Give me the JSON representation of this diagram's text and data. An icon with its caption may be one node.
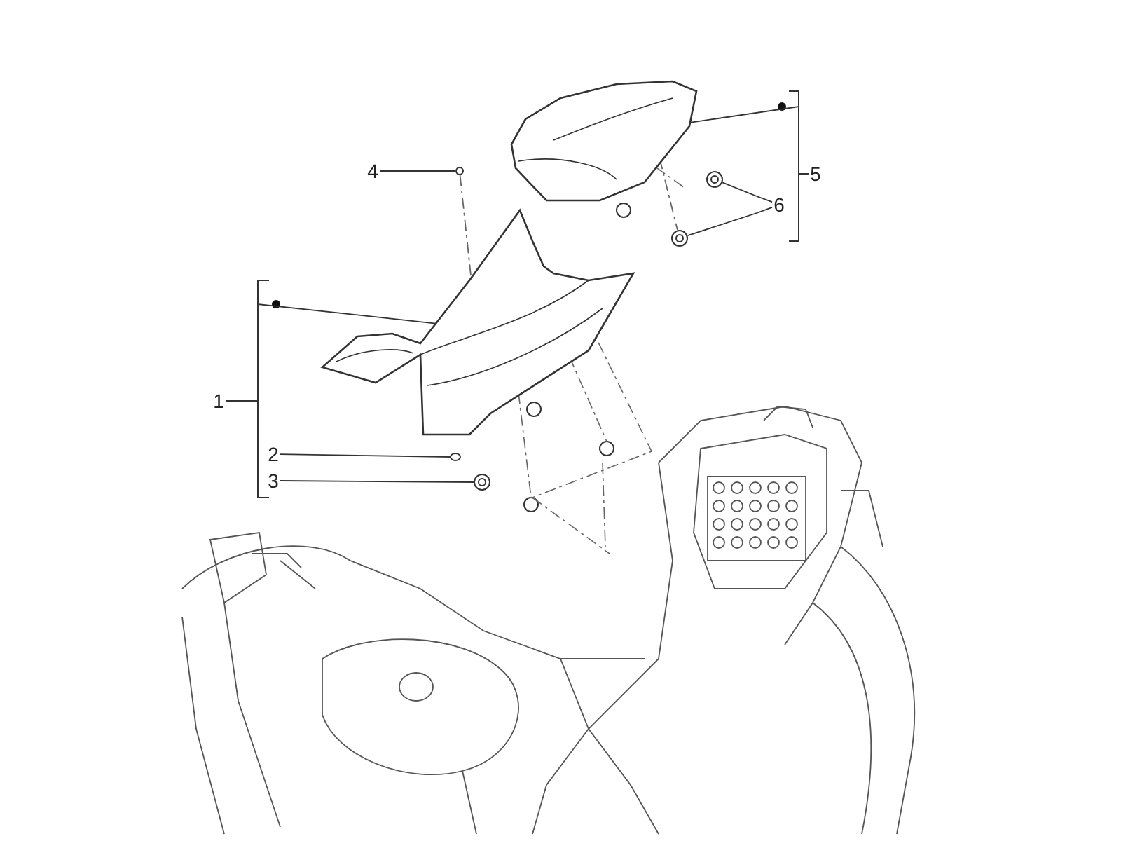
{
  "diagram": {
    "nodes": [
      {
        "text": [
          "1"
        ]
      },
      {
        "text": [
          "2"
        ]
      },
      {
        "text": [
          "3"
        ]
      },
      {
        "text": [
          "4"
        ]
      },
      {
        "text": [
          "5"
        ]
      },
      {
        "text": [
          "6"
        ]
      },
      {
        "text": [],
        "shape": "picture"
      },
      {
        "text": [],
        "shape": "picture"
      },
      {
        "text": [],
        "shape": "circle"
      },
      {
        "text": [],
        "shape": "picture"
      },
      {
        "text": [],
        "shape": "circle"
      },
      {
        "text": [],
        "shape": "picture"
      },
      {
        "text": [],
        "shape": "picture"
      }
    ],
    "edges": [
      {
        "from": 0,
        "to": 6,
        "arrow": "none"
      },
      {
        "from": 1,
        "to": 8,
        "arrow": "none"
      },
      {
        "from": 2,
        "to": 9,
        "arrow": "none"
      },
      {
        "from": 3,
        "to": 10,
        "arrow": "none"
      },
      {
        "from": 4,
        "to": 7,
        "arrow": "none"
      },
      {
        "from": 5,
        "to": 11,
        "arrow": "none"
      },
      {
        "from": 5,
        "to": 12,
        "arrow": "none"
      },
      {
        "from": 10,
        "to": 6,
        "arrow": "none",
        "style": "dashed"
      },
      {
        "from": 7,
        "to": 12,
        "arrow": "none",
        "style": "dashed"
      }
    ]
  }
}
